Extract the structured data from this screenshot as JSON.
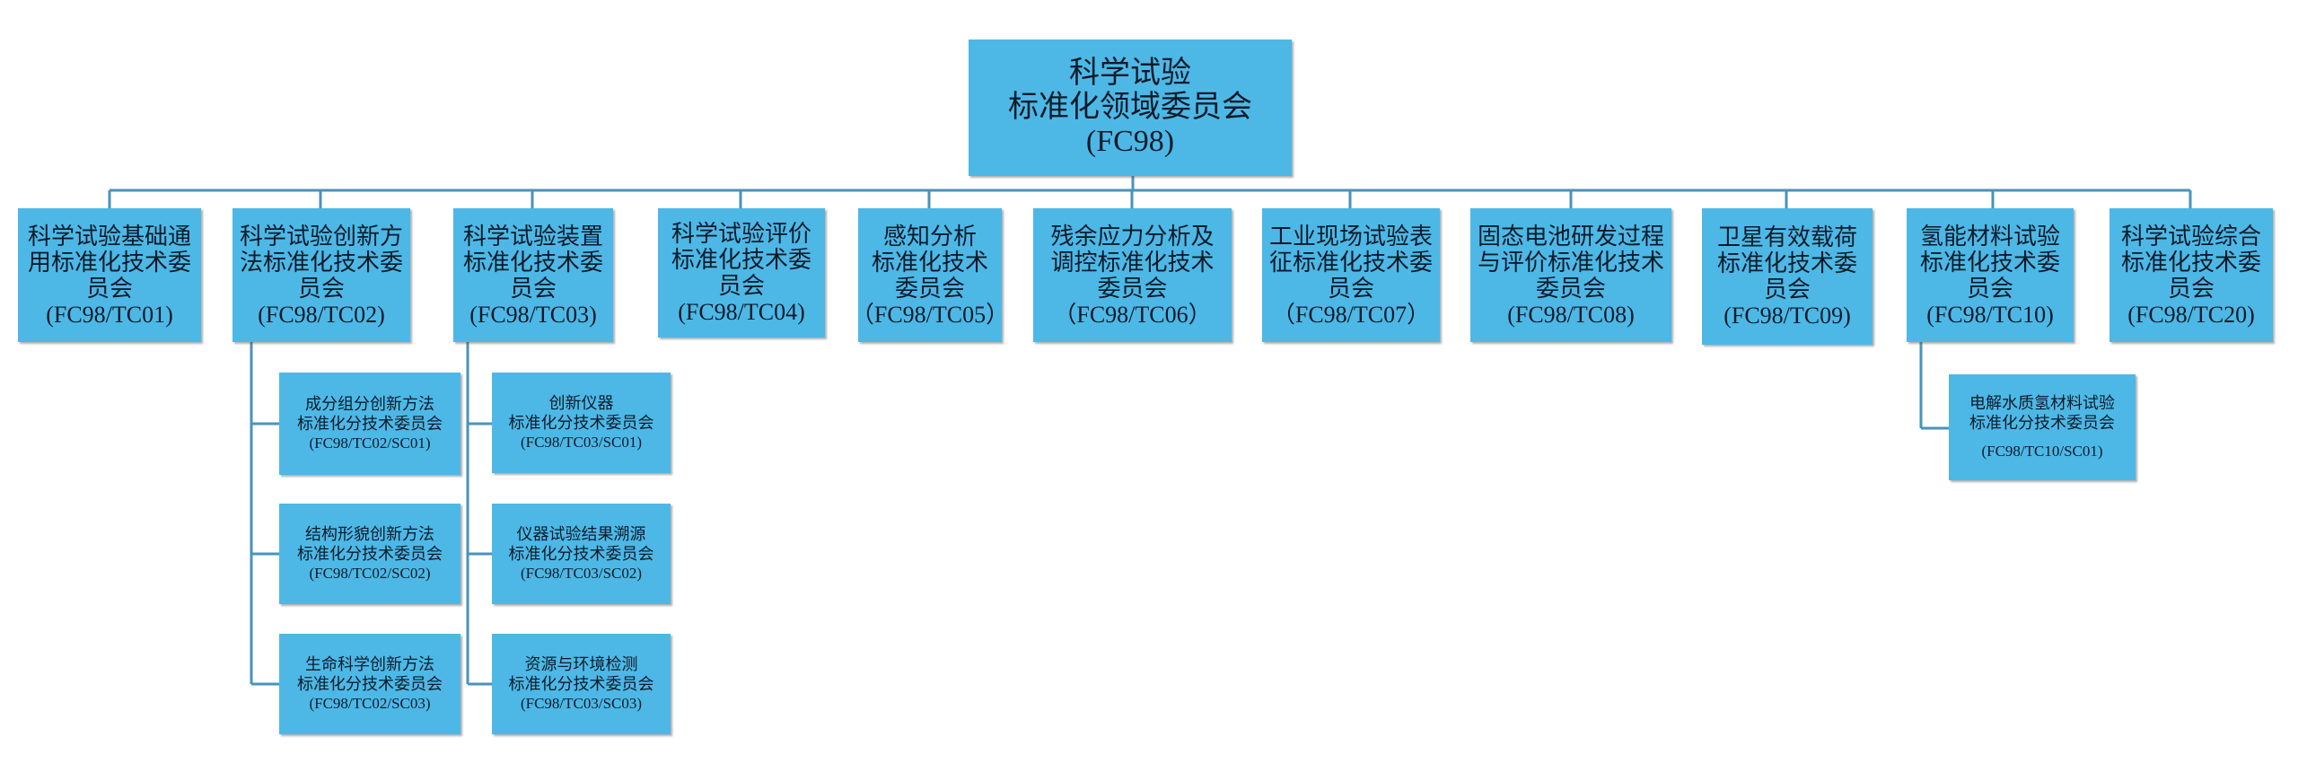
{
  "root": {
    "line1": "科学试验",
    "line2": "标准化领域委员会",
    "code": "(FC98)"
  },
  "committees": [
    {
      "lines": [
        "科学试验基础通",
        "用标准化技术委",
        "员会"
      ],
      "code": "(FC98/TC01)"
    },
    {
      "lines": [
        "科学试验创新方",
        "法标准化技术委",
        "员会"
      ],
      "code": "(FC98/TC02)"
    },
    {
      "lines": [
        "科学试验装置",
        "标准化技术委",
        "员会"
      ],
      "code": "(FC98/TC03)"
    },
    {
      "lines": [
        "科学试验评价",
        "标准化技术委",
        "员会"
      ],
      "code": "(FC98/TC04)"
    },
    {
      "lines": [
        "感知分析",
        "标准化技术",
        "委员会"
      ],
      "code": "（FC98/TC05）"
    },
    {
      "lines": [
        "残余应力分析及",
        "调控标准化技术",
        "委员会"
      ],
      "code": "（FC98/TC06）"
    },
    {
      "lines": [
        "工业现场试验表",
        "征标准化技术委",
        "员会"
      ],
      "code": "（FC98/TC07）"
    },
    {
      "lines": [
        "固态电池研发过程",
        "与评价标准化技术",
        "委员会"
      ],
      "code": "(FC98/TC08)"
    },
    {
      "lines": [
        "卫星有效载荷",
        "标准化技术委",
        "员会"
      ],
      "code": "(FC98/TC09)"
    },
    {
      "lines": [
        "氢能材料试验",
        "标准化技术委",
        "员会"
      ],
      "code": "(FC98/TC10)"
    },
    {
      "lines": [
        "科学试验综合",
        "标准化技术委",
        "员会"
      ],
      "code": "(FC98/TC20)"
    }
  ],
  "tc02_subcommittees": [
    {
      "lines": [
        "成分组分创新方法",
        "标准化分技术委员会"
      ],
      "code": "(FC98/TC02/SC01)"
    },
    {
      "lines": [
        "结构形貌创新方法",
        "标准化分技术委员会"
      ],
      "code": "(FC98/TC02/SC02)"
    },
    {
      "lines": [
        "生命科学创新方法",
        "标准化分技术委员会"
      ],
      "code": "(FC98/TC02/SC03)"
    }
  ],
  "tc03_subcommittees": [
    {
      "lines": [
        "创新仪器",
        "标准化分技术委员会"
      ],
      "code": "(FC98/TC03/SC01)"
    },
    {
      "lines": [
        "仪器试验结果溯源",
        "标准化分技术委员会"
      ],
      "code": "(FC98/TC03/SC02)"
    },
    {
      "lines": [
        "资源与环境检测",
        "标准化分技术委员会"
      ],
      "code": "(FC98/TC03/SC03)"
    }
  ],
  "tc10_subcommittees": [
    {
      "lines": [
        "电解水质氢材料试验",
        "标准化分技术委员会"
      ],
      "code": "(FC98/TC10/SC01)"
    }
  ],
  "colors": {
    "box_fill": "#4db8e6",
    "connector": "#4a93b8",
    "text": "#0d1b2a"
  }
}
